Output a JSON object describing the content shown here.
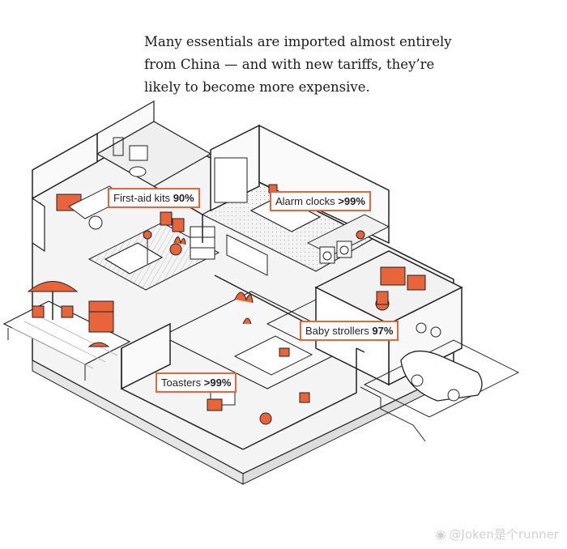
{
  "headline": {
    "line1": "Many essentials are imported almost entirely",
    "line2": "from China — and with new tariffs, they’re",
    "line3": "likely to become more expensive."
  },
  "callouts": [
    {
      "id": "first-aid",
      "label": "First-aid kits",
      "value": "90%"
    },
    {
      "id": "alarm-clocks",
      "label": "Alarm clocks",
      "value": ">99%"
    },
    {
      "id": "baby-strollers",
      "label": "Baby strollers",
      "value": "97%"
    },
    {
      "id": "toasters",
      "label": "Toasters",
      "value": ">99%"
    }
  ],
  "watermark": {
    "text": "@Joken是个runner",
    "icon": "weibo-icon"
  },
  "colors": {
    "accent": "#e8643a",
    "line": "#222222",
    "floor": "#f2f2f2"
  }
}
